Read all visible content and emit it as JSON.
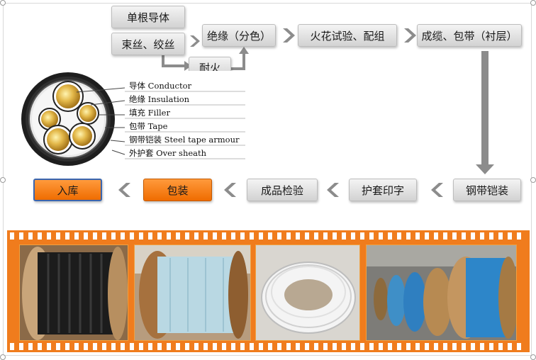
{
  "flow_top": {
    "single_conductor": "单根导体",
    "stranding": "束丝、绞丝",
    "fireproof": "耐火",
    "insulation": "绝缘（分色）",
    "spark_test": "火花试验、配组",
    "cabling": "成缆、包带（衬层）"
  },
  "flow_bottom": {
    "armour": "钢带铠装",
    "sheath_print": "护套印字",
    "inspection": "成品检验",
    "packaging": "包装",
    "warehouse": "入库"
  },
  "cross_section": {
    "labels": [
      "导体 Conductor",
      "绝缘 Insulation",
      "填充 Filler",
      "包带 Tape",
      "钢带铠装 Steel tape armour",
      "外护套 Over sheath"
    ]
  },
  "colors": {
    "accent_orange": "#f07c1d",
    "arrow_gray": "#8c8c8c",
    "box_gray": "#d6d6d6"
  },
  "photos": [
    {
      "subject": "black-cable-reel"
    },
    {
      "subject": "wrapped-cable-reel"
    },
    {
      "subject": "white-cable-coil"
    },
    {
      "subject": "warehouse-reels"
    }
  ]
}
